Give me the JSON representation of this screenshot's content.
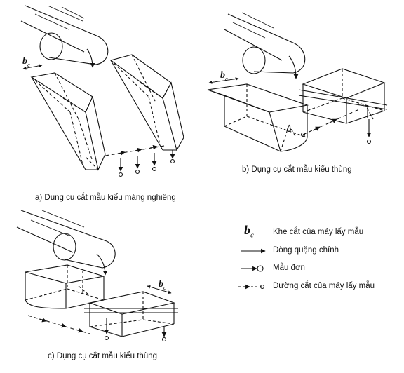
{
  "figure": {
    "panel_a": {
      "caption": "a) Dụng cụ cắt mẫu kiểu máng nghiêng"
    },
    "panel_b": {
      "caption": "b) Dụng cụ cắt mẫu kiểu thùng"
    },
    "panel_c": {
      "caption": "c) Dụng cụ cắt mẫu kiểu thùng"
    },
    "slot_symbol": {
      "base": "b",
      "sub": "c"
    }
  },
  "legend": {
    "items": [
      {
        "symbol": "bc",
        "label": "Khe cắt của máy lấy mẫu"
      },
      {
        "symbol": "arrow",
        "label": "Dòng quặng chính"
      },
      {
        "symbol": "arrow-circle",
        "label": "Mẫu đơn"
      },
      {
        "symbol": "dashed-arrow-circle",
        "label": "Đường cắt của máy lấy mẫu"
      }
    ]
  },
  "colors": {
    "ink": "#111111",
    "background": "#ffffff"
  }
}
